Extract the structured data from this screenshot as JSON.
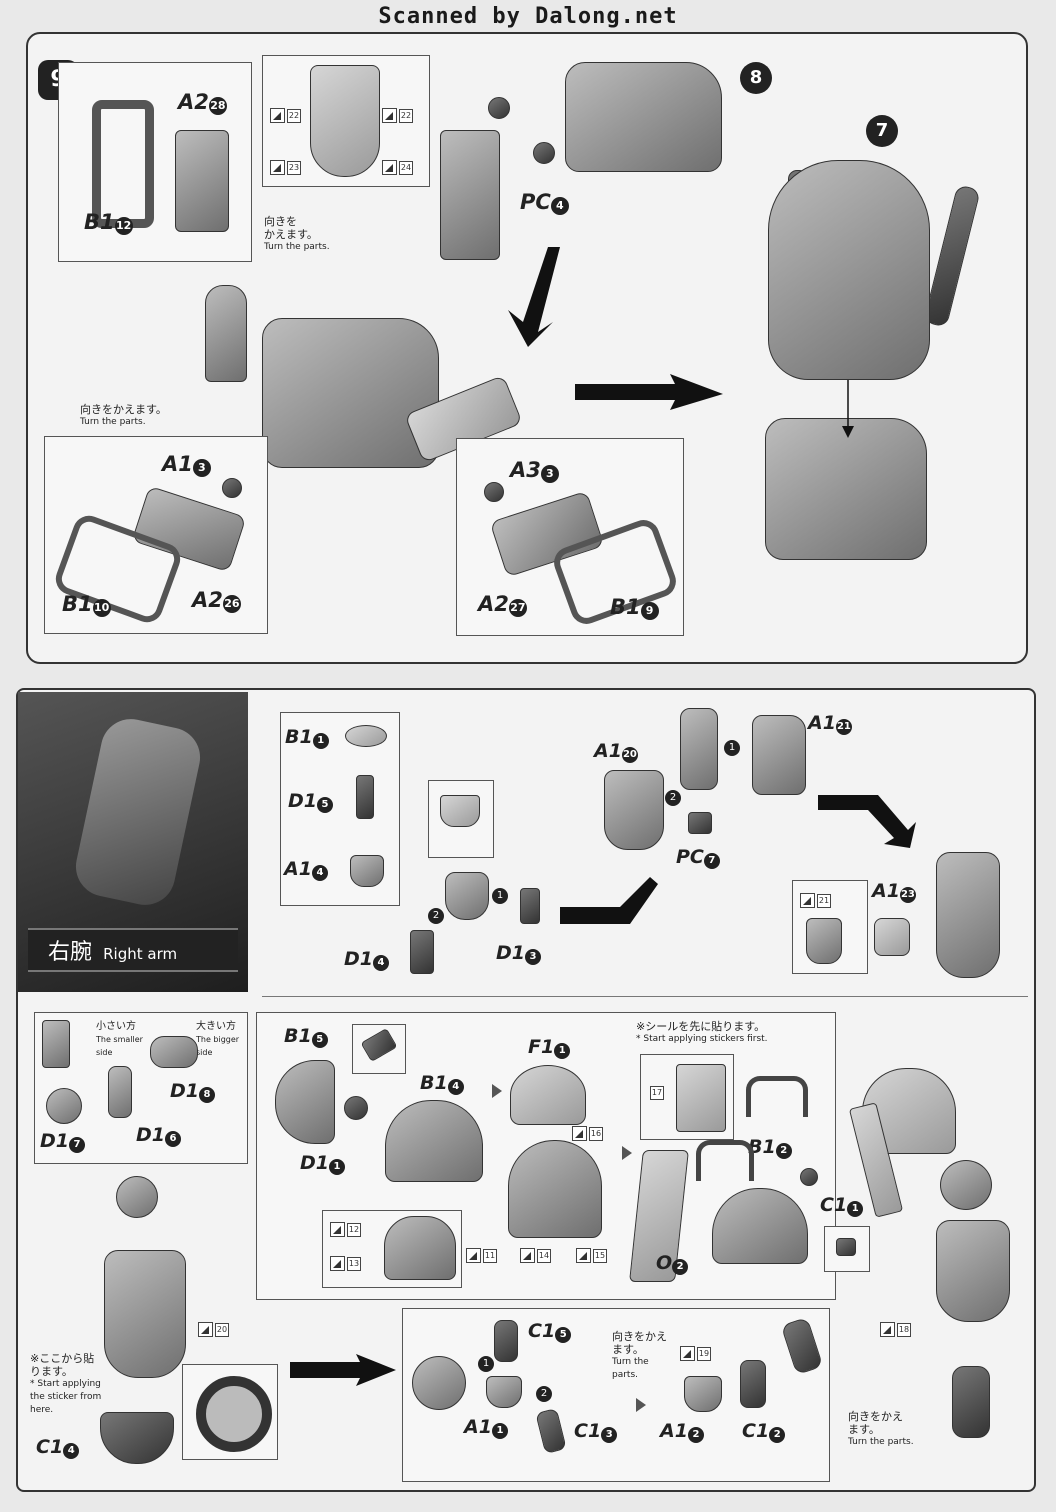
{
  "header": {
    "watermark": "Scanned by Dalong.net"
  },
  "step9": {
    "step_number": "9",
    "ref_step_8": "8",
    "ref_step_7": "7",
    "labels": {
      "a2_28": {
        "code": "A2",
        "num": "28"
      },
      "b1_12": {
        "code": "B1",
        "num": "12"
      },
      "pc_4": {
        "code": "PC",
        "num": "4"
      },
      "a1_3": {
        "code": "A1",
        "num": "3"
      },
      "b1_10": {
        "code": "B1",
        "num": "10"
      },
      "a2_26": {
        "code": "A2",
        "num": "26"
      },
      "a3_3": {
        "code": "A3",
        "num": "3"
      },
      "a2_27": {
        "code": "A2",
        "num": "27"
      },
      "b1_9": {
        "code": "B1",
        "num": "9"
      }
    },
    "stickers": [
      "22",
      "22",
      "23",
      "24"
    ],
    "turn_note_1": {
      "jp": "向きを",
      "jp2": "かえます。",
      "en": "Turn the parts."
    },
    "turn_note_2": {
      "jp": "向きをかえます。",
      "en": "Turn the parts."
    }
  },
  "right_arm": {
    "title_jp": "右腕",
    "title_en": "Right arm",
    "labels": {
      "b1_1": {
        "code": "B1",
        "num": "1"
      },
      "d1_5": {
        "code": "D1",
        "num": "5"
      },
      "a1_4": {
        "code": "A1",
        "num": "4"
      },
      "d1_4": {
        "code": "D1",
        "num": "4"
      },
      "d1_3": {
        "code": "D1",
        "num": "3"
      },
      "a1_20": {
        "code": "A1",
        "num": "20"
      },
      "a1_21": {
        "code": "A1",
        "num": "21"
      },
      "pc_7": {
        "code": "PC",
        "num": "7"
      },
      "a1_23": {
        "code": "A1",
        "num": "23"
      },
      "d1_8": {
        "code": "D1",
        "num": "8"
      },
      "d1_7": {
        "code": "D1",
        "num": "7"
      },
      "d1_6": {
        "code": "D1",
        "num": "6"
      },
      "b1_5": {
        "code": "B1",
        "num": "5"
      },
      "b1_4": {
        "code": "B1",
        "num": "4"
      },
      "d1_1": {
        "code": "D1",
        "num": "1"
      },
      "f1_1": {
        "code": "F1",
        "num": "1"
      },
      "b1_2": {
        "code": "B1",
        "num": "2"
      },
      "c1_1": {
        "code": "C1",
        "num": "1"
      },
      "o_2": {
        "code": "O",
        "num": "2"
      },
      "c1_4": {
        "code": "C1",
        "num": "4"
      },
      "c1_5": {
        "code": "C1",
        "num": "5"
      },
      "a1_1": {
        "code": "A1",
        "num": "1"
      },
      "c1_3": {
        "code": "C1",
        "num": "3"
      },
      "a1_2": {
        "code": "A1",
        "num": "2"
      },
      "c1_2": {
        "code": "C1",
        "num": "2"
      }
    },
    "stickers": {
      "s21": "21",
      "s16": "16",
      "s12": "12",
      "s13": "13",
      "s11": "11",
      "s14": "14",
      "s15": "15",
      "s17": "17",
      "s20": "20",
      "s19": "19",
      "s18": "18"
    },
    "notes": {
      "smaller_jp": "小さい方",
      "smaller_en": "The smaller side",
      "bigger_jp": "大きい方",
      "bigger_en": "The bigger side",
      "sticker_first_jp": "※シールを先に貼ります。",
      "sticker_first_en": "* Start applying stickers first.",
      "start_here_jp": "※ここから貼ります。",
      "start_here_en": "* Start applying the sticker from here.",
      "turn1_jp": "向きをかえます。",
      "turn1_en": "Turn the parts.",
      "turn2_jp": "向きをかえます。",
      "turn2_en": "Turn the parts."
    },
    "order_marks": [
      "1",
      "2"
    ]
  }
}
